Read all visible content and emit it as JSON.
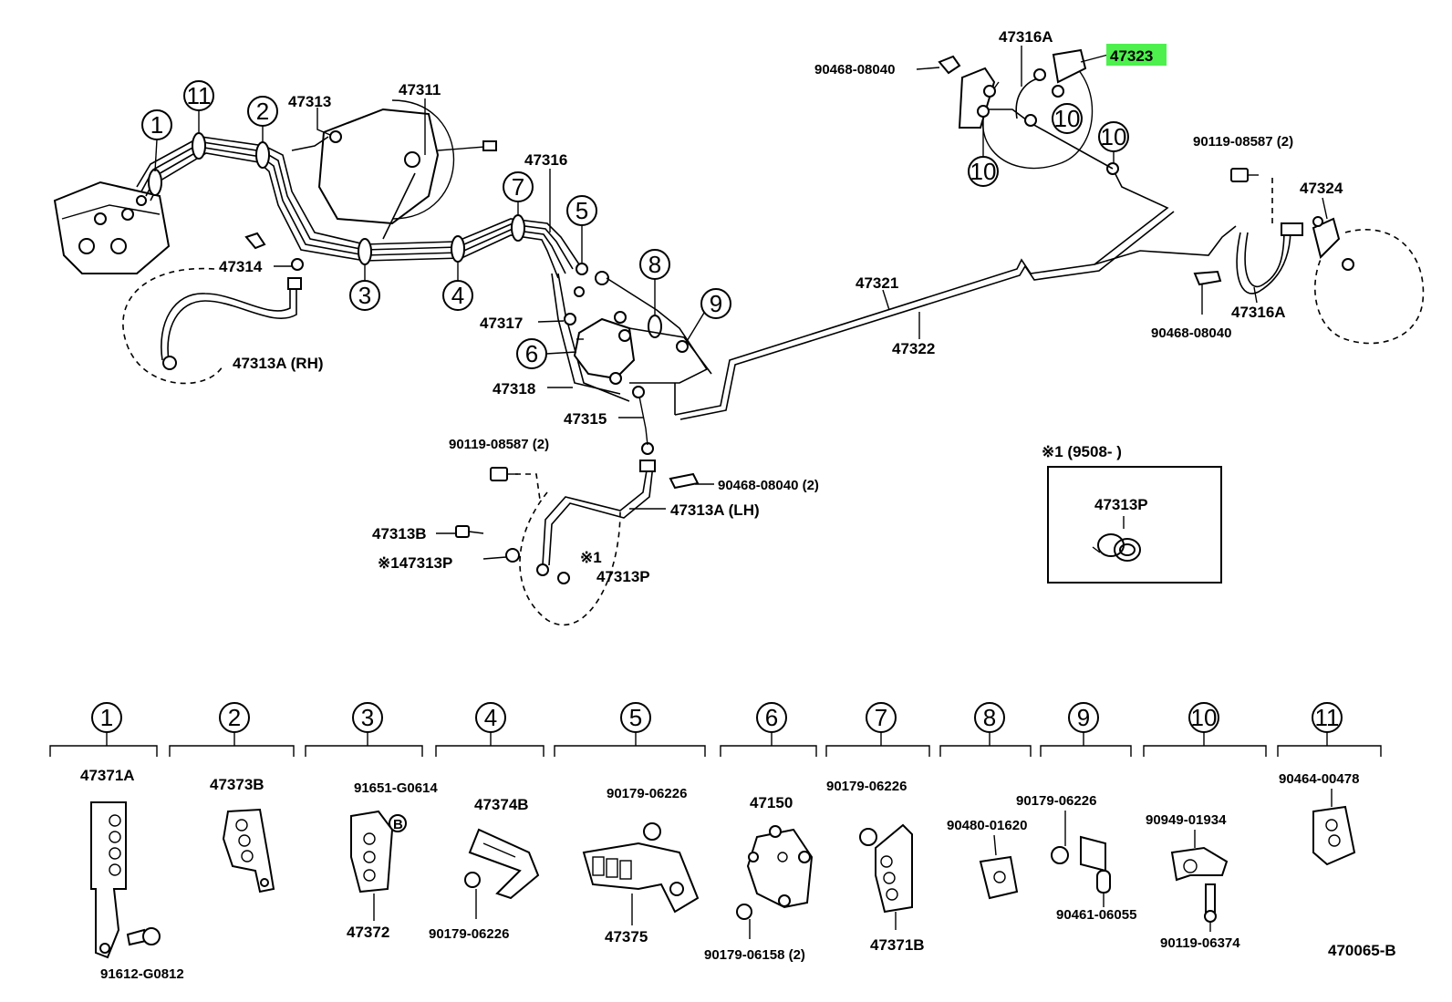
{
  "diagram": {
    "callouts_top": {
      "c1": "1",
      "c2": "2",
      "c3": "3",
      "c4": "4",
      "c5": "5",
      "c6": "6",
      "c7": "7",
      "c8": "8",
      "c9": "9",
      "c10a": "10",
      "c10b": "10",
      "c10c": "10",
      "c11": "11"
    },
    "labels": {
      "p47313": "47313",
      "p47311": "47311",
      "p47316": "47316",
      "p47314": "47314",
      "p47313A_RH": "47313A (RH)",
      "p47317": "47317",
      "p47318": "47318",
      "p47315": "47315",
      "p47321": "47321",
      "p47322": "47322",
      "p47316A_top": "47316A",
      "p47323": "47323",
      "p90468_top": "90468-08040",
      "p90119_right": "90119-08587 (2)",
      "p47324": "47324",
      "p47316A_right": "47316A",
      "p90468_right": "90468-08040",
      "p90119_mid": "90119-08587 (2)",
      "p90468_mid": "90468-08040 (2)",
      "p47313A_LH": "47313A (LH)",
      "p47313B": "47313B",
      "p47313P_note": "※147313P",
      "p47313P_mark": "※1",
      "p47313P": "47313P",
      "inset_title": "※1 (9508-        )",
      "inset_part": "47313P"
    },
    "bottom_groups": [
      {
        "num": "1",
        "parts": [
          "47371A",
          "91612-G0812"
        ]
      },
      {
        "num": "2",
        "parts": [
          "47373B"
        ]
      },
      {
        "num": "3",
        "parts": [
          "91651-G0614",
          "47372"
        ]
      },
      {
        "num": "4",
        "parts": [
          "47374B",
          "90179-06226"
        ]
      },
      {
        "num": "5",
        "parts": [
          "90179-06226",
          "47375"
        ]
      },
      {
        "num": "6",
        "parts": [
          "47150",
          "90179-06158 (2)"
        ]
      },
      {
        "num": "7",
        "parts": [
          "90179-06226",
          "47371B"
        ]
      },
      {
        "num": "8",
        "parts": [
          "90480-01620"
        ]
      },
      {
        "num": "9",
        "parts": [
          "90179-06226",
          "90461-06055"
        ]
      },
      {
        "num": "10",
        "parts": [
          "90949-01934",
          "90119-06374"
        ]
      },
      {
        "num": "11",
        "parts": [
          "90464-00478"
        ]
      }
    ],
    "bolt_mark": "B",
    "figure_code": "470065-B",
    "highlight_color": "#4df04d"
  }
}
